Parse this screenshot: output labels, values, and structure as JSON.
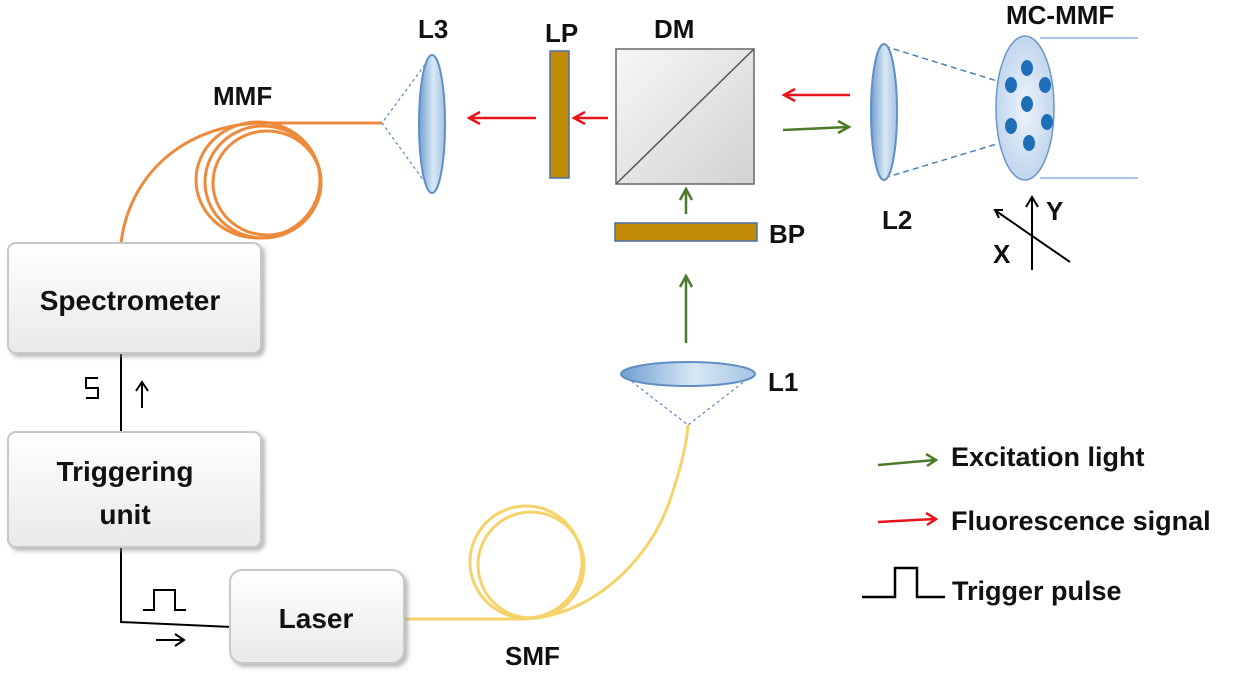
{
  "labels": {
    "l3": "L3",
    "lp": "LP",
    "dm": "DM",
    "mc_mmf": "MC-MMF",
    "mmf": "MMF",
    "bp": "BP",
    "l2": "L2",
    "y_axis": "Y",
    "x_axis": "X",
    "l1": "L1",
    "smf": "SMF"
  },
  "boxes": {
    "spectrometer": "Spectrometer",
    "triggering_line1": "Triggering",
    "triggering_line2": "unit",
    "laser": "Laser"
  },
  "legend": {
    "excitation": "Excitation light",
    "fluorescence": "Fluorescence signal",
    "trigger": "Trigger pulse"
  },
  "colors": {
    "excitation": "#4a7a2a",
    "fluorescence": "#e8141a",
    "mmf_fiber": "#ee8a3c",
    "smf_fiber": "#f6d36a",
    "filter": "#c08c0a",
    "lens": "#a8c6e6",
    "core": "#1f6fb8"
  }
}
